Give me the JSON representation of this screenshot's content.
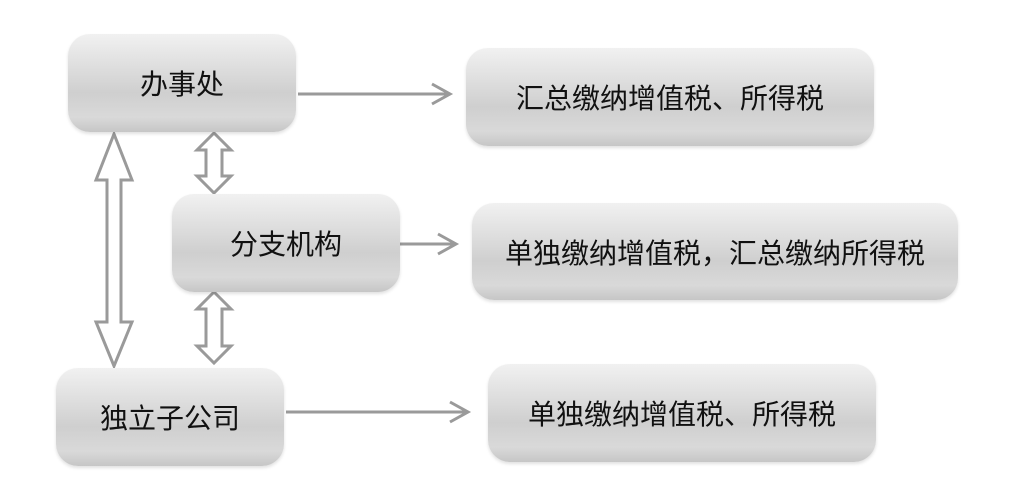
{
  "diagram": {
    "nodes": {
      "office": "办事处",
      "branch": "分支机构",
      "subsidiary": "独立子公司"
    },
    "results": {
      "office": "汇总缴纳增值税、所得税",
      "branch": "单独缴纳增值税，汇总缴纳所得税",
      "subsidiary": "单独缴纳增值税、所得税"
    },
    "colors": {
      "arrow": "#9a9a9a",
      "box_light": "#f1f1f1",
      "box_dark": "#c6c6c6",
      "text": "#111111"
    }
  }
}
